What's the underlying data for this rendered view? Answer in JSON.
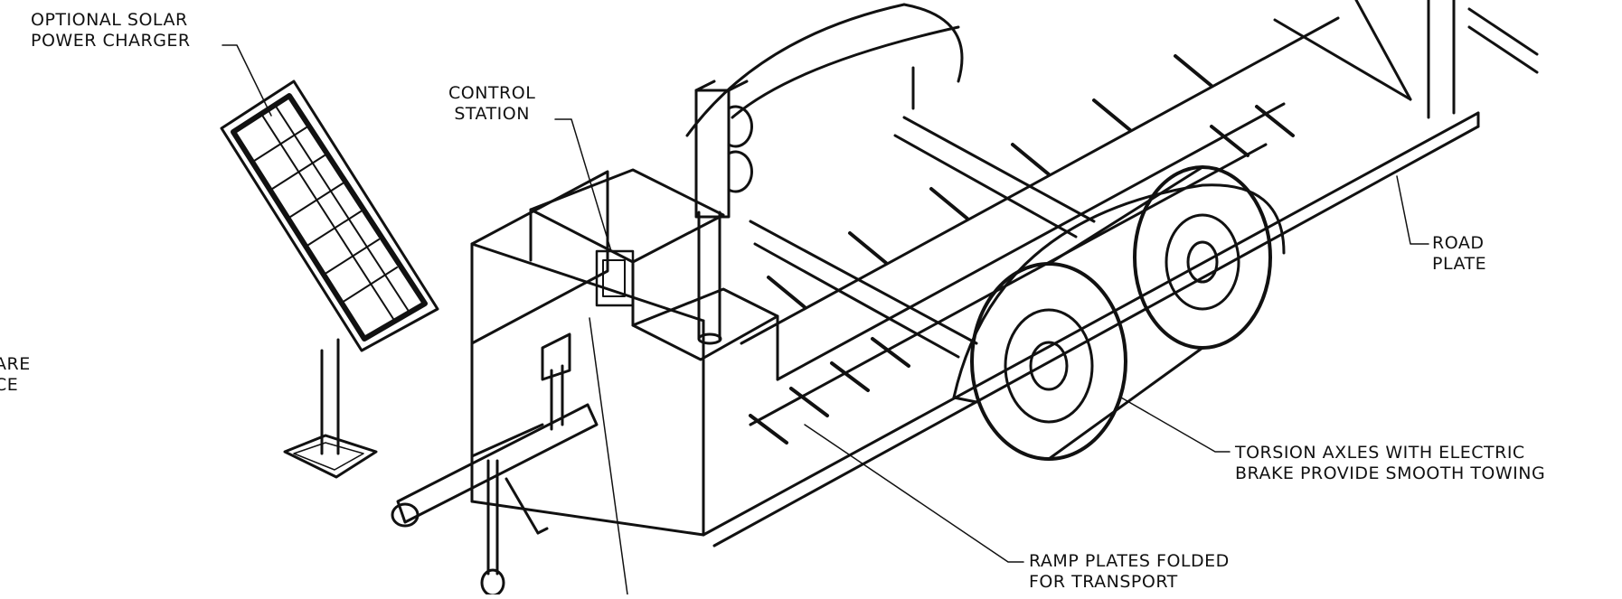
{
  "labels": {
    "solar": [
      "OPTIONAL SOLAR",
      "POWER CHARGER"
    ],
    "control": [
      "CONTROL",
      "STATION"
    ],
    "road": [
      "ROAD",
      "PLATE"
    ],
    "torsion": [
      "TORSION AXLES WITH ELECTRIC",
      "BRAKE PROVIDE SMOOTH TOWING"
    ],
    "ramp": [
      "RAMP PLATES FOLDED",
      "FOR TRANSPORT"
    ],
    "partial": [
      "ARE",
      "CE"
    ]
  },
  "colors": {
    "line": "#111111",
    "background": "#ffffff"
  }
}
